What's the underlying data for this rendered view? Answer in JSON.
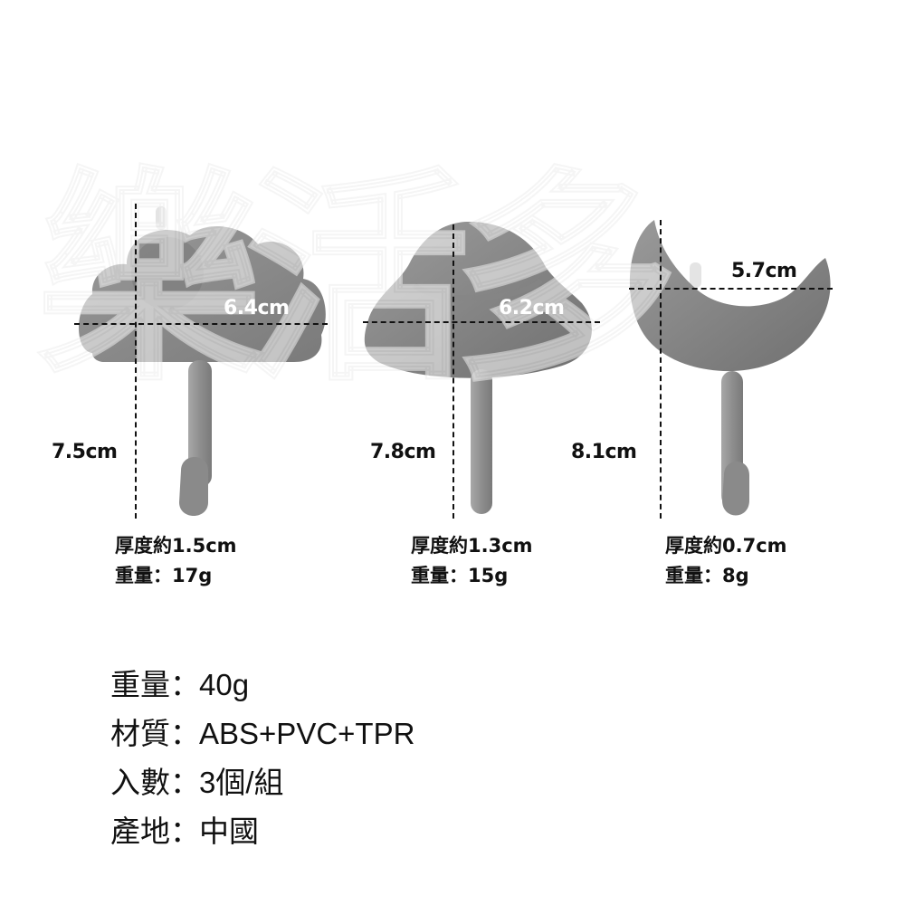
{
  "watermark": {
    "text": "樂活多",
    "opacity_color": "#ededed"
  },
  "colors": {
    "product_gray": "#8c8c8c",
    "product_dark": "#6e6e6e",
    "text": "#111111",
    "background": "#ffffff",
    "pin": "#e4e4e4"
  },
  "products": [
    {
      "name": "cloud-hook",
      "width_label": "6.4cm",
      "height_label": "7.5cm",
      "thickness_label": "厚度約1.5cm",
      "weight_label": "重量：17g"
    },
    {
      "name": "bell-hook",
      "width_label": "6.2cm",
      "height_label": "7.8cm",
      "thickness_label": "厚度約1.3cm",
      "weight_label": "重量：15g"
    },
    {
      "name": "moon-hook",
      "width_label": "5.7cm",
      "height_label": "8.1cm",
      "thickness_label": "厚度約0.7cm",
      "weight_label": "重量：8g"
    }
  ],
  "summary": [
    {
      "label": "重量",
      "colon": "：",
      "value": "40g"
    },
    {
      "label": "材質",
      "colon": "：",
      "value": "ABS+PVC+TPR"
    },
    {
      "label": "入數",
      "colon": "：",
      "value": "3個/組"
    },
    {
      "label": "產地",
      "colon": "：",
      "value": "中國"
    }
  ]
}
